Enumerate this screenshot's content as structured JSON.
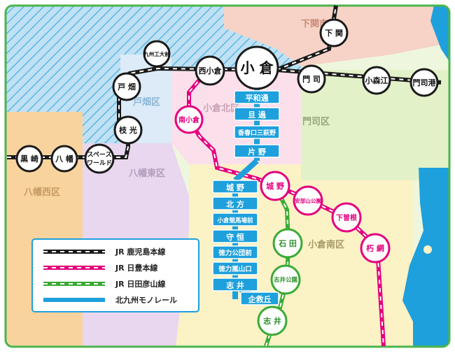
{
  "districts": {
    "shimonoseki": "下関市",
    "tobata": "戸畑区",
    "kokurakita": "小倉北区",
    "moji": "門司区",
    "yahatahigashi": "八幡東区",
    "yahatanishi": "八幡西区",
    "kokuraminami": "小倉南区"
  },
  "kagoshima_stations": {
    "kurosaki": "黒 崎",
    "yahata": "八 幡",
    "spaceworld": "スペース\nワールド",
    "edamitsu": "枝 光",
    "tobata": "戸 畑",
    "kyushu_kodaimae": "九州工大前",
    "nishikokura": "西小倉",
    "kokura": "小 倉",
    "moji": "門 司",
    "shimonoseki": "下 関",
    "komorie": "小森江",
    "mojiko": "門司港"
  },
  "nippo_stations": {
    "minamikokura": "南小倉",
    "jono": "城 野",
    "abeyamakoen": "安部山公園",
    "shimosone": "下曽根",
    "kusami": "朽 網"
  },
  "hitahikosan_stations": {
    "ishida": "石 田",
    "shiikoen": "志井公園",
    "shii": "志 井"
  },
  "monorail_stations": [
    "平和通",
    "旦 過",
    "香春口三萩野",
    "片 野",
    "城 野",
    "北 方",
    "小倉競馬場前",
    "守 恒",
    "徳力公団前",
    "徳力嵐山口",
    "志 井",
    "企救丘"
  ],
  "legend": {
    "kagoshima": "JR 鹿児島本線",
    "nippo": "JR 日豊本線",
    "hitahikosan": "JR 日田彦山線",
    "monorail": "北九州モノレール"
  },
  "colors": {
    "kagoshima_line": "#1a1a1a",
    "nippo_line": "#e4007f",
    "hitahikosan_line": "#3aaa35",
    "monorail_line": "#1ea0dc",
    "sea": "#1ea0dc",
    "frame": "#4bb44b"
  }
}
